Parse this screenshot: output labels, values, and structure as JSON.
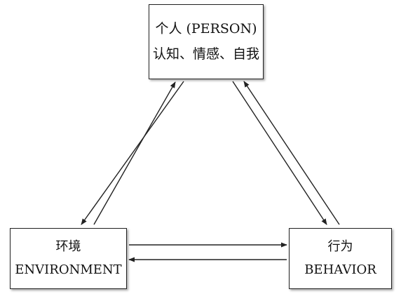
{
  "nodes": {
    "person": {
      "title": "个人 (PERSON)",
      "subtitle": "认知、情感、自我"
    },
    "environment": {
      "title": "环境",
      "subtitle": "ENVIRONMENT"
    },
    "behavior": {
      "title": "行为",
      "subtitle": "BEHAVIOR"
    }
  },
  "edges": [
    {
      "from": "person",
      "to": "environment"
    },
    {
      "from": "environment",
      "to": "person"
    },
    {
      "from": "person",
      "to": "behavior"
    },
    {
      "from": "behavior",
      "to": "person"
    },
    {
      "from": "environment",
      "to": "behavior"
    },
    {
      "from": "behavior",
      "to": "environment"
    }
  ],
  "colors": {
    "stroke": "#222222",
    "background": "#ffffff"
  }
}
